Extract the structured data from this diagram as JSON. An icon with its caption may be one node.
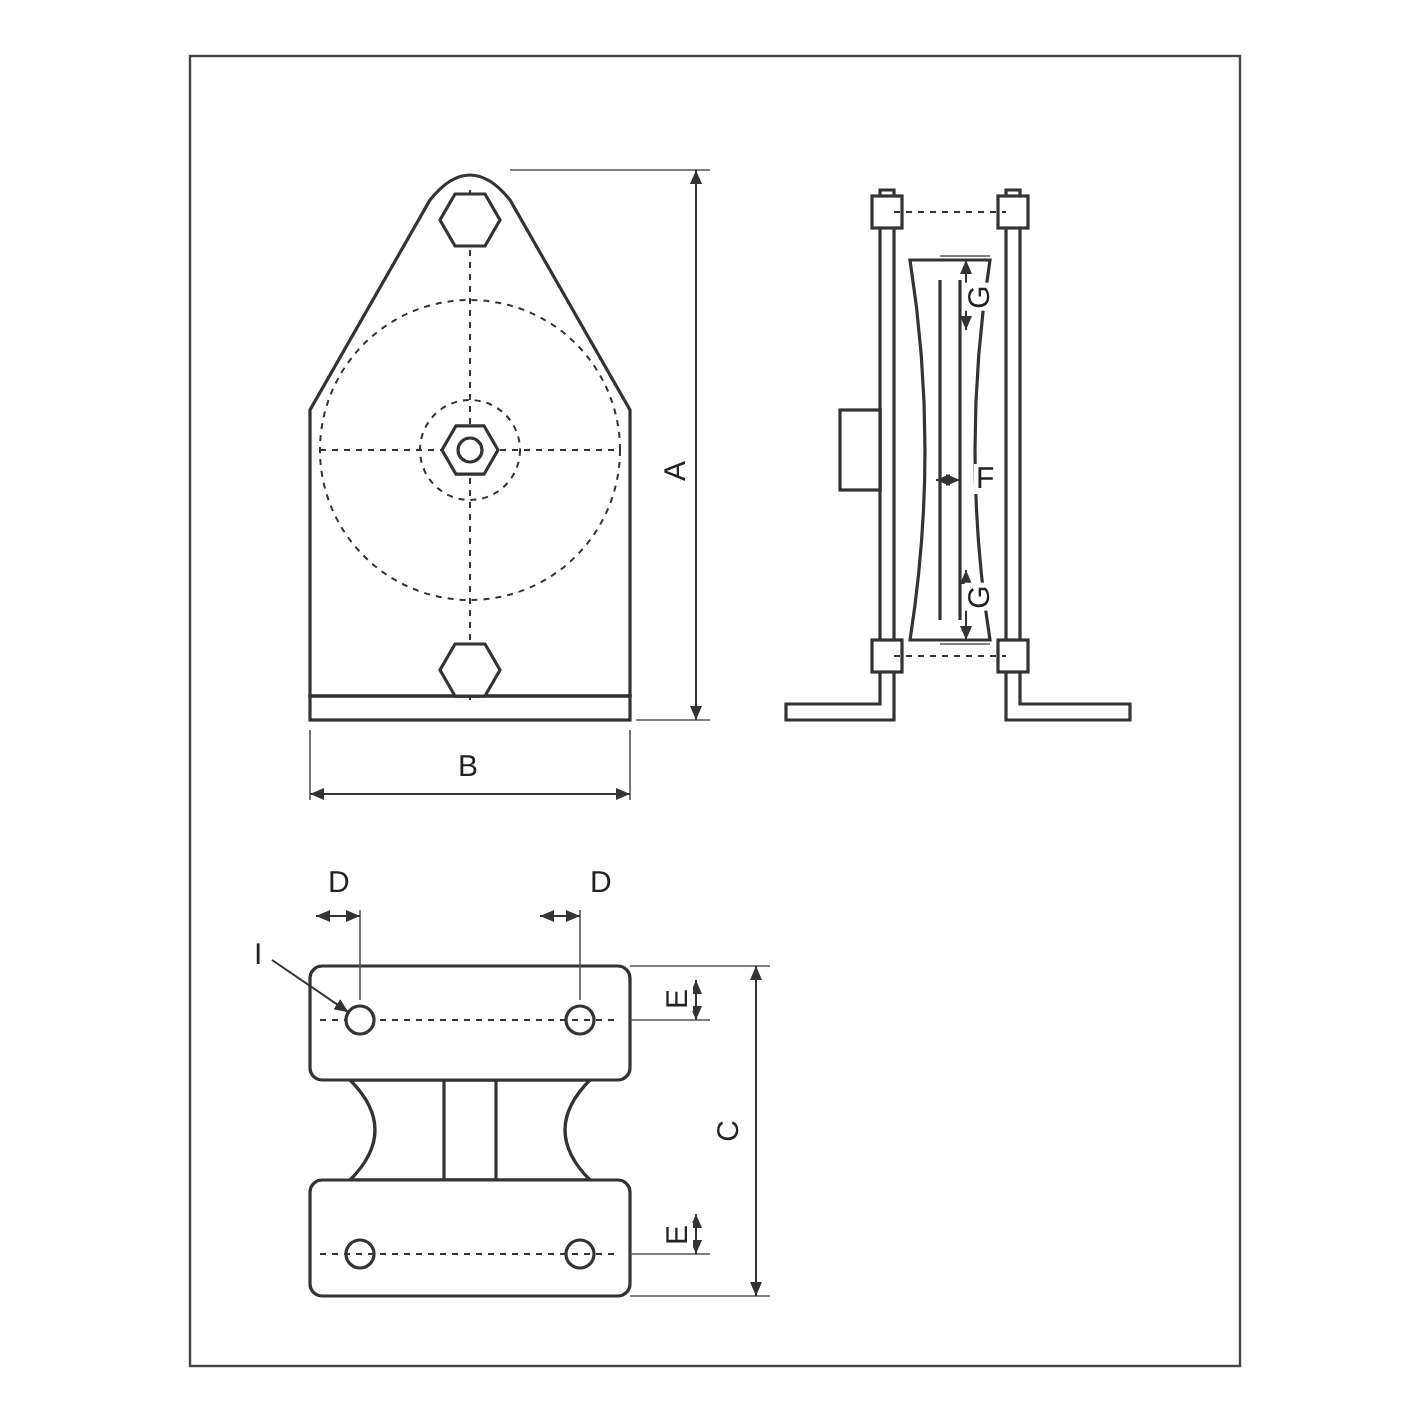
{
  "diagram": {
    "nodes": [
      {
        "text": [
          "I"
        ]
      },
      {
        "text": [],
        "shape": "circle"
      }
    ],
    "edges": [
      {
        "from": 0,
        "to": 1,
        "arrow": "to"
      }
    ],
    "labels": [
      "G",
      "A",
      "F",
      "G",
      "B",
      "D",
      "D",
      "E",
      "C",
      "E"
    ]
  }
}
